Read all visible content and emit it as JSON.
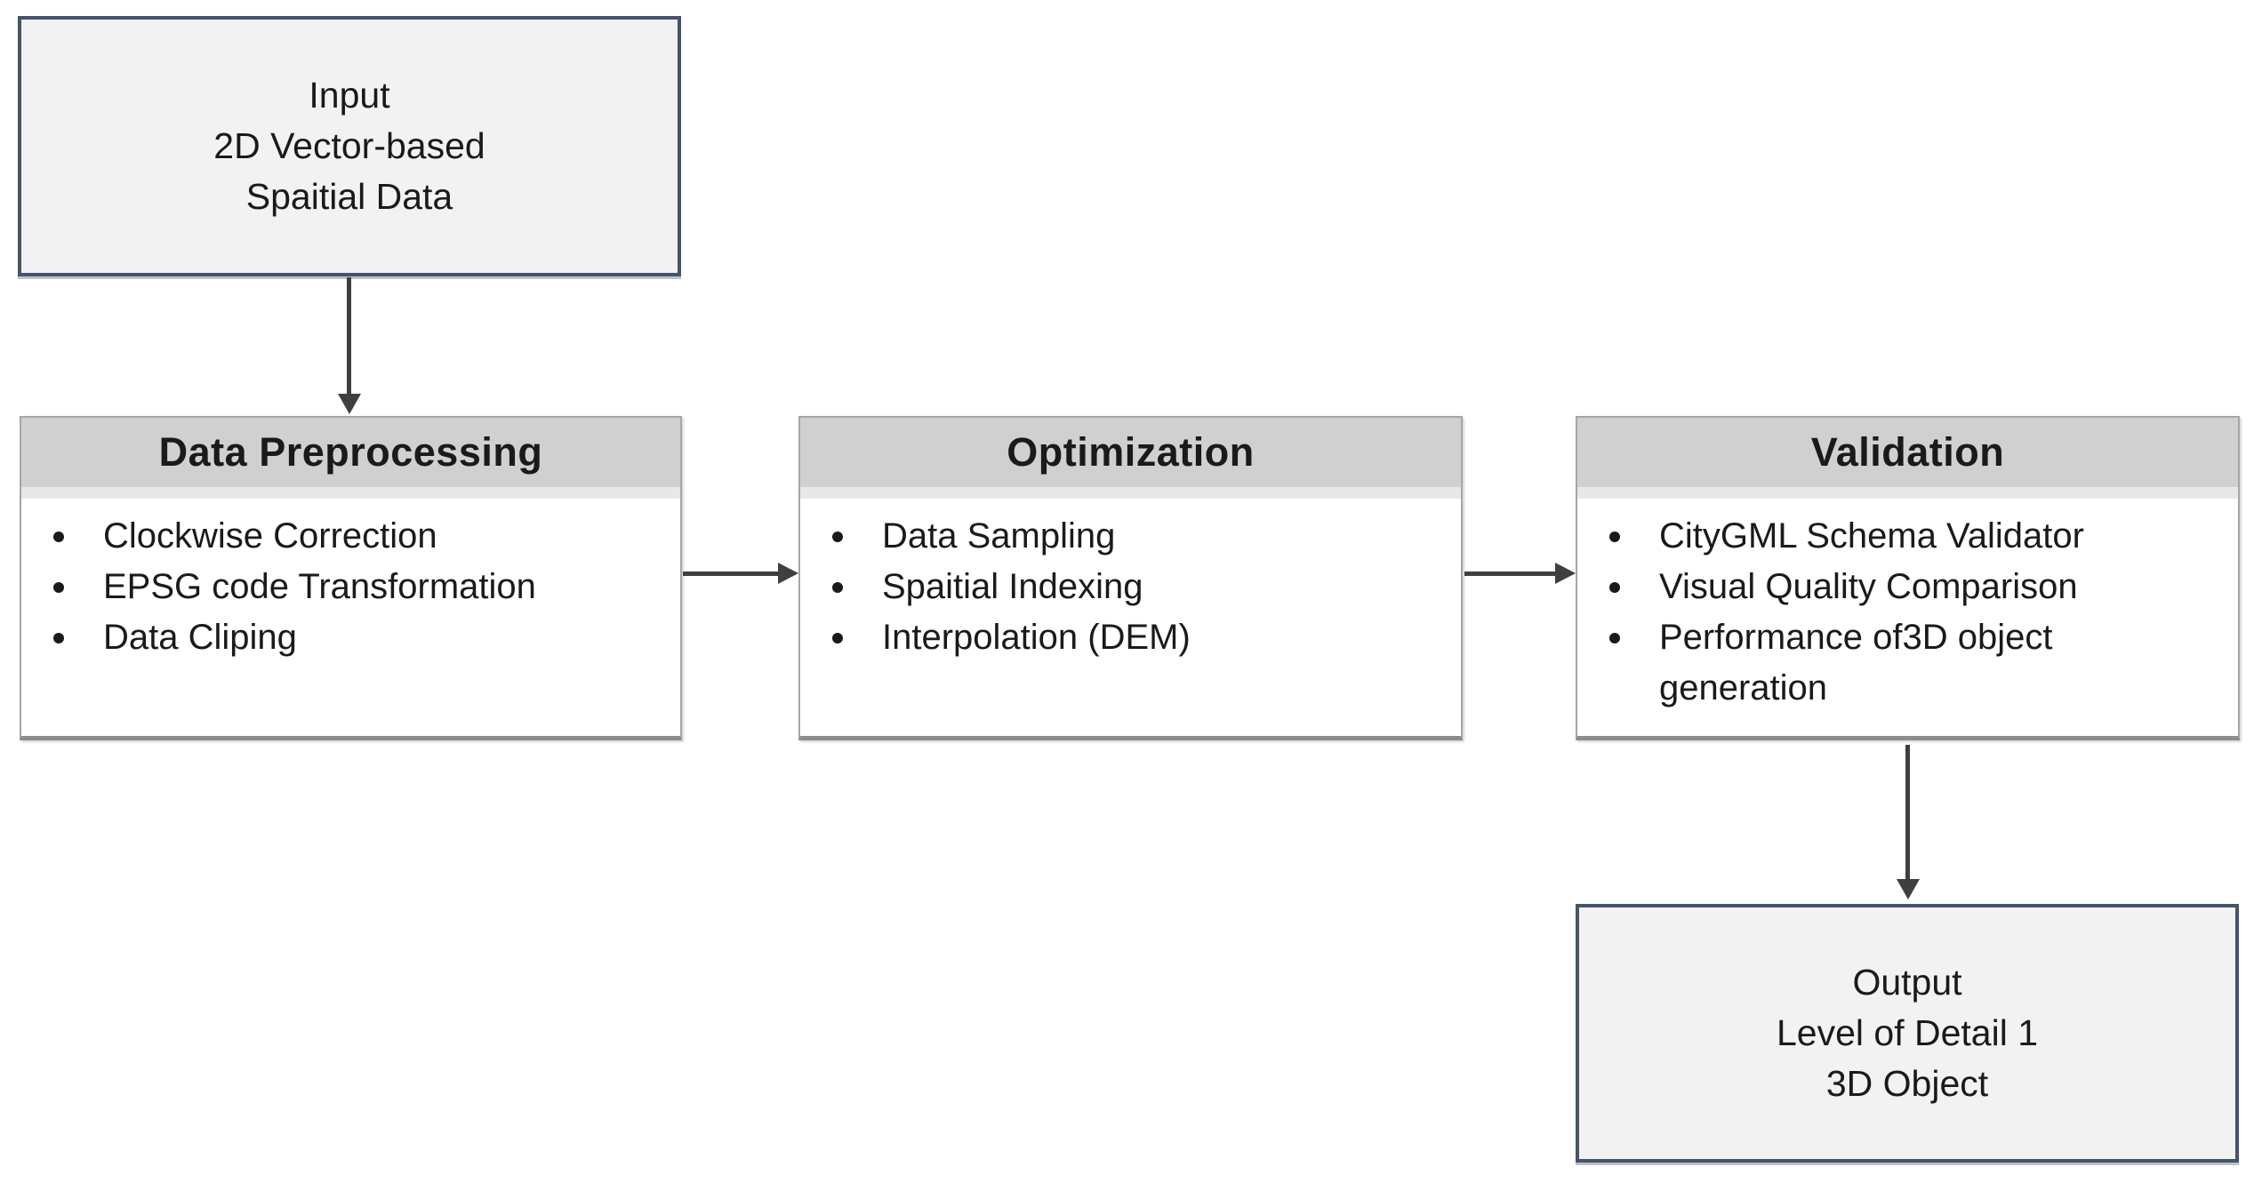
{
  "diagram": {
    "input_box": {
      "lines": [
        "Input",
        "2D Vector-based",
        "Spaitial Data"
      ]
    },
    "stages": [
      {
        "title": "Data Preprocessing",
        "items": [
          "Clockwise Correction",
          "EPSG code Transformation",
          "Data Cliping"
        ]
      },
      {
        "title": "Optimization",
        "items": [
          "Data Sampling",
          "Spaitial Indexing",
          "Interpolation (DEM)"
        ]
      },
      {
        "title": "Validation",
        "items": [
          "CityGML Schema Validator",
          "Visual Quality Comparison",
          "Performance of3D object generation"
        ]
      }
    ],
    "output_box": {
      "lines": [
        "Output",
        "Level of Detail 1",
        "3D Object"
      ]
    },
    "colors": {
      "terminal_fill": "#f2f2f2",
      "terminal_border": "#44546a",
      "stage_header_fill": "#d0d0d0",
      "stage_header_band": "#e8e8e8",
      "stage_border": "#a6a6a6",
      "stage_border_bottom": "#8c8c8c",
      "arrow": "#3f3f3f",
      "text": "#1a1a1a"
    }
  }
}
